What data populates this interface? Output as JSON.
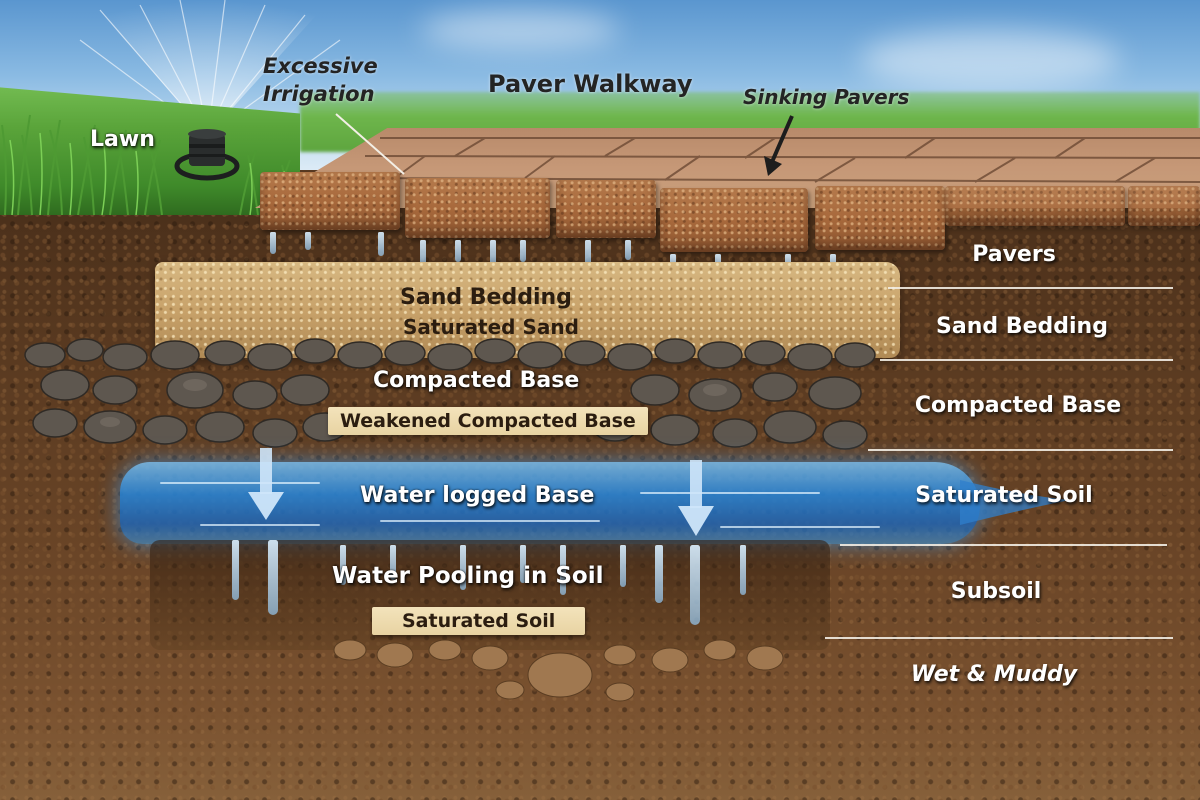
{
  "title": "Paver Walkway",
  "callouts": {
    "lawn": "Lawn",
    "excessive_irrigation_line1": "Excessive",
    "excessive_irrigation_line2": "Irrigation",
    "paver_walkway": "Paver Walkway",
    "sinking_pavers": "Sinking Pavers"
  },
  "in_diagram_labels": {
    "sand_bedding": "Sand Bedding",
    "saturated_sand": "Saturated Sand",
    "compacted_base": "Compacted Base",
    "weakened_compacted_base": "Weakened Compacted Base",
    "water_logged_base": "Water logged Base",
    "water_pooling": "Water Pooling in Soil",
    "saturated_soil_tag": "Saturated Soil"
  },
  "legend": {
    "layers": [
      {
        "label": "Pavers",
        "italic": false
      },
      {
        "label": "Sand Bedding",
        "italic": false
      },
      {
        "label": "Compacted Base",
        "italic": false
      },
      {
        "label": "Saturated Soil",
        "italic": false
      },
      {
        "label": "Subsoil",
        "italic": false
      },
      {
        "label": "Wet & Muddy",
        "italic": true
      }
    ]
  },
  "icons": {
    "sprinkler": "sprinkler-head-icon",
    "down_arrow": "down-arrow-icon",
    "pointer_arrow": "pointer-arrow-icon"
  },
  "colors": {
    "sky": "#8bbbe3",
    "grass": "#5aa43a",
    "paver": "#a8693c",
    "sand": "#c8a26a",
    "gravel": "#5e574f",
    "water": "#2882d2",
    "soil": "#5b3b21",
    "tag_bg": "#ecd9ab"
  }
}
